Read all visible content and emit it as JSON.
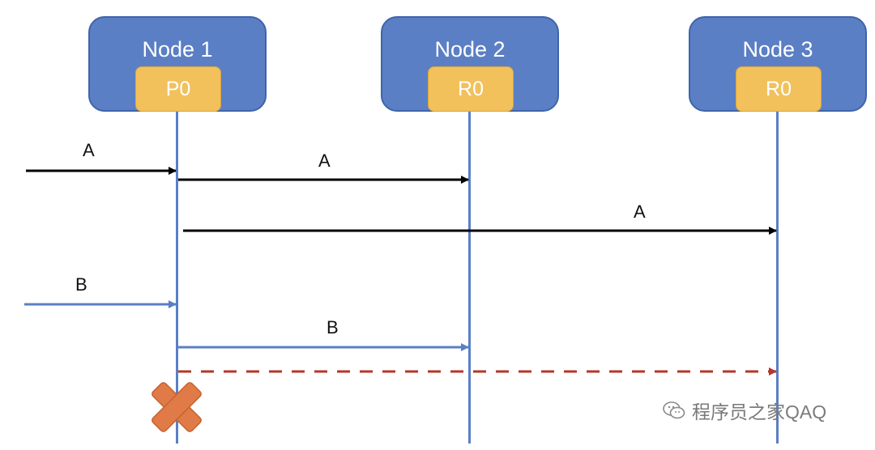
{
  "nodes": [
    {
      "title": "Node 1",
      "shard": "P0"
    },
    {
      "title": "Node 2",
      "shard": "R0"
    },
    {
      "title": "Node 3",
      "shard": "R0"
    }
  ],
  "messages": [
    {
      "label": "A",
      "from": "client",
      "to": "Node 1",
      "color": "#000000",
      "style": "solid"
    },
    {
      "label": "A",
      "from": "Node 1",
      "to": "Node 2",
      "color": "#000000",
      "style": "solid"
    },
    {
      "label": "A",
      "from": "Node 1",
      "to": "Node 3",
      "color": "#000000",
      "style": "solid"
    },
    {
      "label": "B",
      "from": "client",
      "to": "Node 1",
      "color": "#5b7fc4",
      "style": "solid"
    },
    {
      "label": "B",
      "from": "Node 1",
      "to": "Node 2",
      "color": "#5b7fc4",
      "style": "solid"
    },
    {
      "label": "",
      "from": "Node 1",
      "to": "Node 3",
      "color": "#b5372a",
      "style": "dashed"
    }
  ],
  "failure_marker": {
    "icon": "cross-icon",
    "on": "Node 1",
    "color": "#e07b47"
  },
  "colors": {
    "node": "#5b7fc4",
    "shard": "#f2c15c",
    "lifeline": "#5b7fc4"
  },
  "watermark": {
    "icon": "wechat-icon",
    "text": "程序员之家QAQ"
  }
}
